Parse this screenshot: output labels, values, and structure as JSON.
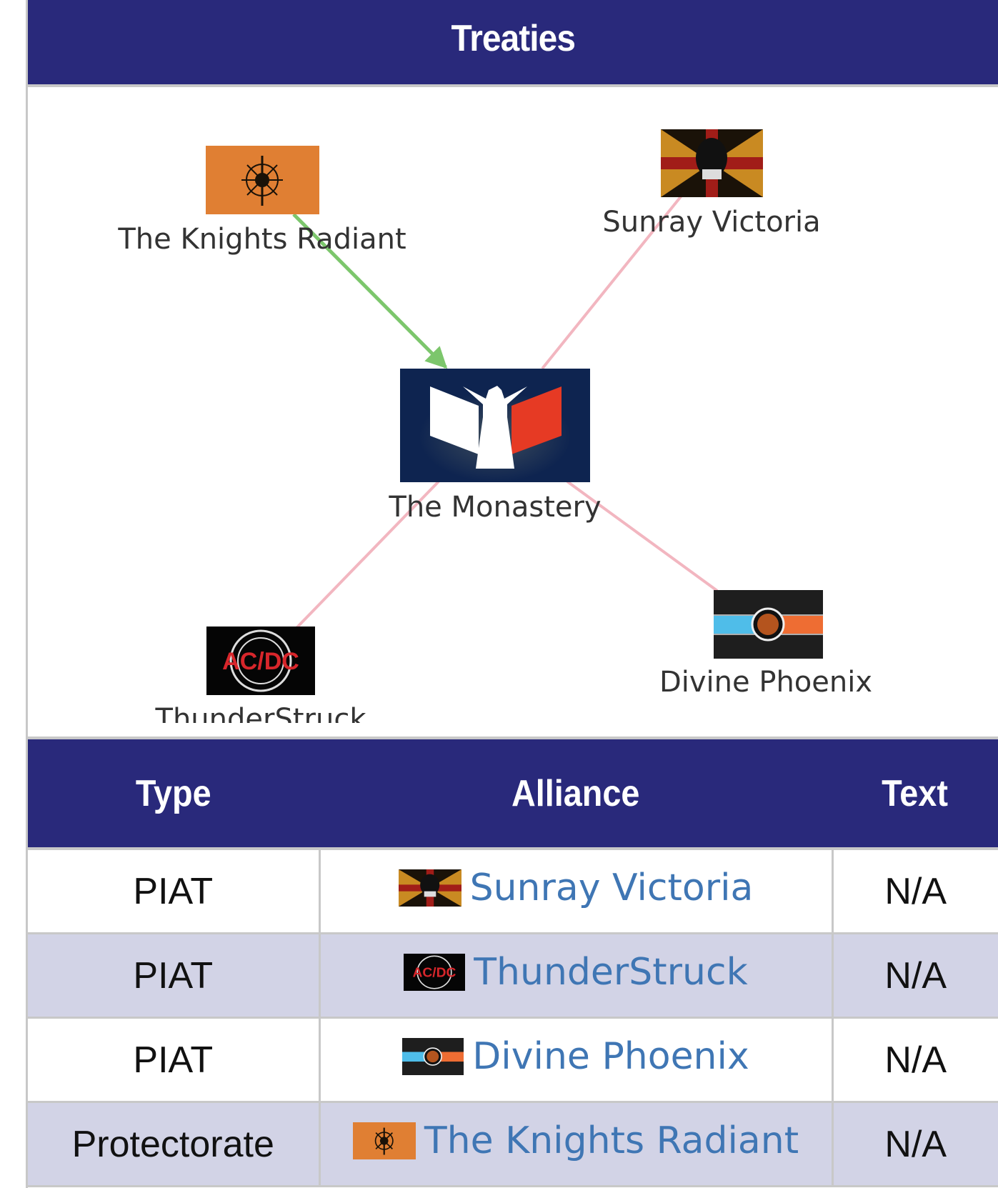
{
  "title": "Treaties",
  "colors": {
    "header_bg": "#29297b",
    "alt_row_bg": "#d2d3e6",
    "link": "#3f76b4",
    "edge_protectorate": "#7cc66c",
    "edge_piat": "#f2b6c0",
    "label": "#333333"
  },
  "diagram": {
    "center": {
      "id": "monastery",
      "label": "The Monastery",
      "flag": "monastery-flag"
    },
    "nodes": [
      {
        "id": "knights",
        "label": "The Knights Radiant",
        "flag": "knights-radiant-flag"
      },
      {
        "id": "sunray",
        "label": "Sunray Victoria",
        "flag": "sunray-victoria-flag"
      },
      {
        "id": "thunder",
        "label": "ThunderStruck",
        "flag": "thunderstruck-flag"
      },
      {
        "id": "phoenix",
        "label": "Divine Phoenix",
        "flag": "divine-phoenix-flag"
      }
    ],
    "edges": [
      {
        "from": "knights",
        "to": "monastery",
        "type": "Protectorate",
        "directed": true
      },
      {
        "from": "sunray",
        "to": "monastery",
        "type": "PIAT",
        "directed": false
      },
      {
        "from": "thunder",
        "to": "monastery",
        "type": "PIAT",
        "directed": false
      },
      {
        "from": "phoenix",
        "to": "monastery",
        "type": "PIAT",
        "directed": false
      }
    ]
  },
  "table": {
    "headers": [
      "Type",
      "Alliance",
      "Text"
    ],
    "rows": [
      {
        "type": "PIAT",
        "alliance": "Sunray Victoria",
        "flag": "sunray-victoria-flag",
        "text": "N/A"
      },
      {
        "type": "PIAT",
        "alliance": "ThunderStruck",
        "flag": "thunderstruck-flag",
        "text": "N/A"
      },
      {
        "type": "PIAT",
        "alliance": "Divine Phoenix",
        "flag": "divine-phoenix-flag",
        "text": "N/A"
      },
      {
        "type": "Protectorate",
        "alliance": "The Knights Radiant",
        "flag": "knights-radiant-flag",
        "text": "N/A"
      }
    ]
  }
}
